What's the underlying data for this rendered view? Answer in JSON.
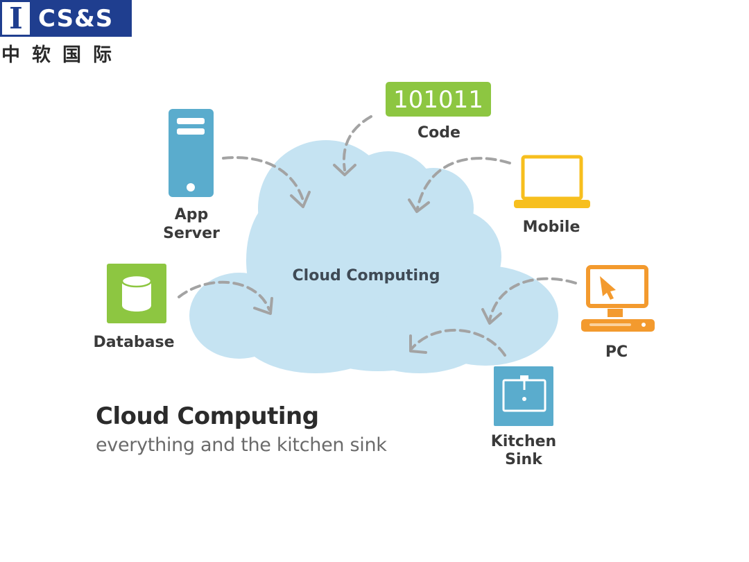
{
  "logo": {
    "mark": "I",
    "name": "CS&S",
    "chinese": "中软国际"
  },
  "diagram": {
    "center": "Cloud Computing",
    "nodes": {
      "code": {
        "label": "Code",
        "badge": "101011",
        "color": "#8dc641"
      },
      "app_server": {
        "label_line1": "App",
        "label_line2": "Server",
        "color": "#5aaccd"
      },
      "mobile": {
        "label": "Mobile",
        "color": "#f7bf1e"
      },
      "database": {
        "label": "Database",
        "color": "#8dc641"
      },
      "pc": {
        "label": "PC",
        "color": "#f39a2e"
      },
      "kitchen_sink": {
        "label_line1": "Kitchen",
        "label_line2": "Sink",
        "color": "#5aaccd"
      }
    },
    "cloud_color": "#c5e3f2"
  },
  "caption": {
    "title": "Cloud Computing",
    "subtitle": "everything and the kitchen sink"
  }
}
